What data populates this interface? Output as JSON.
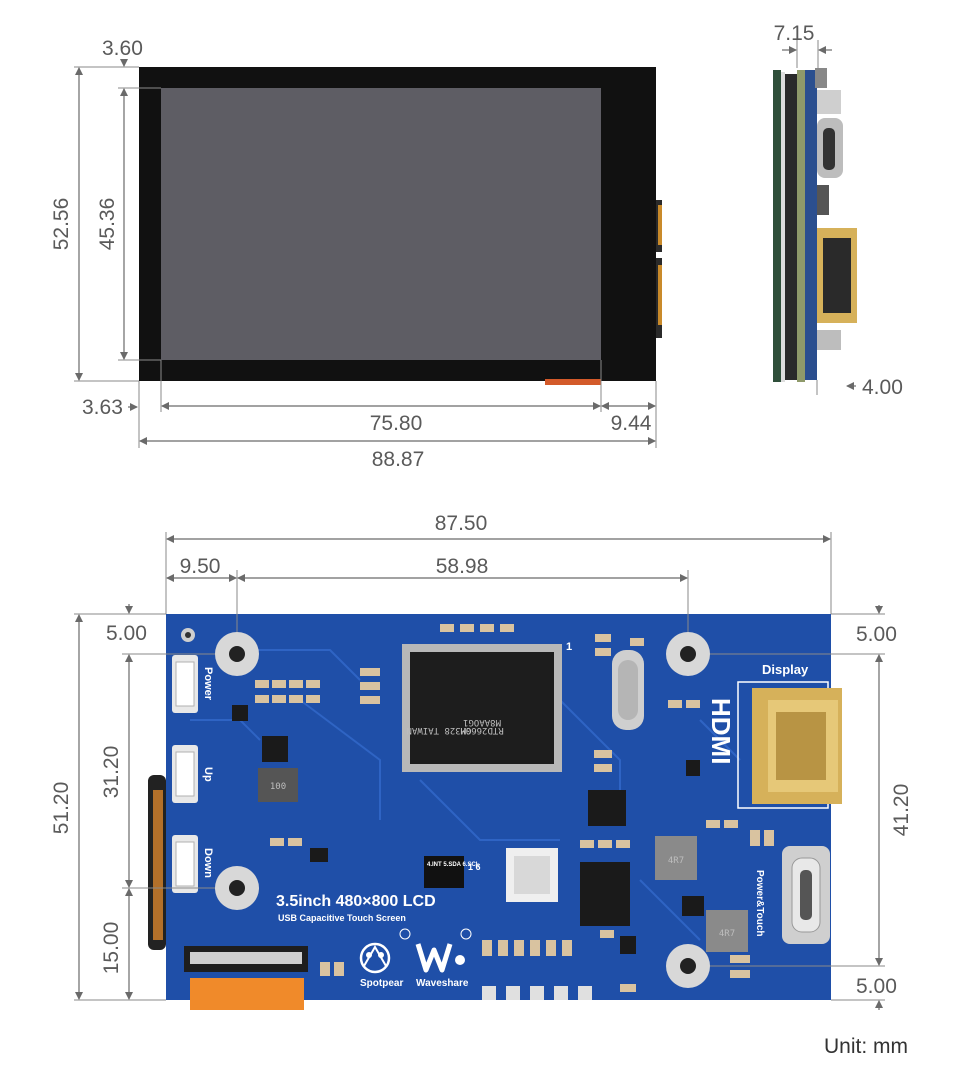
{
  "front_view": {
    "dims": {
      "top_left_offset": "3.60",
      "outer_height": "52.56",
      "inner_height": "45.36",
      "bottom_left_offset": "3.63",
      "inner_width": "75.80",
      "right_margin": "9.44",
      "outer_width": "88.87"
    }
  },
  "side_view": {
    "dims": {
      "thickness": "7.15",
      "bottom_offset": "4.00"
    }
  },
  "back_view": {
    "dims": {
      "total_width": "87.50",
      "hole_offset_x": "9.50",
      "hole_spacing_x": "58.98",
      "top_hole_offset_left": "5.00",
      "hole_spacing_y_left": "31.20",
      "bottom_offset_left": "15.00",
      "total_height": "51.20",
      "top_hole_offset_right": "5.00",
      "hole_spacing_y_right": "41.20",
      "bottom_hole_offset_right": "5.00"
    },
    "silkscreen": {
      "power": "Power",
      "up": "Up",
      "down": "Down",
      "display": "Display",
      "hdmi": "HDMI",
      "power_touch": "Power&Touch",
      "product_title": "3.5inch 480×800 LCD",
      "product_subtitle": "USB Capacitive Touch Screen",
      "brand_spotpear": "Spotpear",
      "brand_waveshare": "Waveshare",
      "inductor_1": "100",
      "inductor_2": "4R7",
      "inductor_3": "4R7",
      "chip_line_1": "RTD2660H",
      "chip_line_2": "M8AAOG1",
      "chip_line_3": "GM328 TAIWAN",
      "pin_one": "1",
      "ffc_label_1": "4.INT 5.SDA 6.SCL",
      "ffc_label_2": "1 6"
    }
  },
  "unit_label": "Unit: mm",
  "colors": {
    "pcb_blue": "#1f4fa8",
    "screen_black": "#111111",
    "screen_gray": "#5e5d64",
    "hdmi_gold": "#d6b15a",
    "ffc_orange": "#f08a2a"
  }
}
